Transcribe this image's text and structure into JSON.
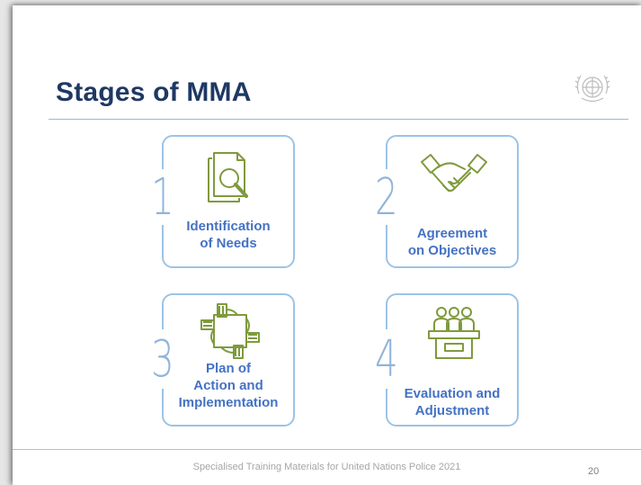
{
  "slide": {
    "title": "Stages of MMA",
    "logo_icon": "un-emblem-icon",
    "footer": "Specialised Training Materials for United Nations Police  2021",
    "page_number": "20"
  },
  "stages": [
    {
      "number": "1",
      "icon": "document-search-icon",
      "label_lines": [
        "Identification",
        "of Needs"
      ]
    },
    {
      "number": "2",
      "icon": "handshake-icon",
      "label_lines": [
        "Agreement",
        "on Objectives"
      ]
    },
    {
      "number": "3",
      "icon": "joined-hands-icon",
      "label_lines": [
        "Plan of",
        "Action and",
        "Implementation"
      ]
    },
    {
      "number": "4",
      "icon": "panel-meeting-icon",
      "label_lines": [
        "Evaluation and",
        "Adjustment"
      ]
    }
  ],
  "colors": {
    "title": "#1f3864",
    "box_border": "#9dc3e6",
    "numbers": "#8fb4dc",
    "labels": "#4472c4",
    "icons": "#7f9a3d"
  }
}
